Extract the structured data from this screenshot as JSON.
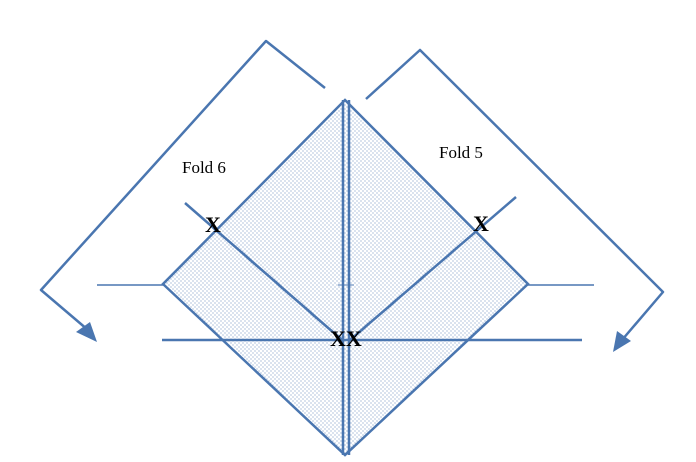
{
  "labels": {
    "fold_left": "Fold 6",
    "fold_right": "Fold 5"
  },
  "marks": {
    "left": "X",
    "right": "X",
    "center": "XX"
  },
  "colors": {
    "line": "#4a76b0",
    "dot": "#4a76b0",
    "paper": "#ffffff",
    "text": "#000000"
  }
}
